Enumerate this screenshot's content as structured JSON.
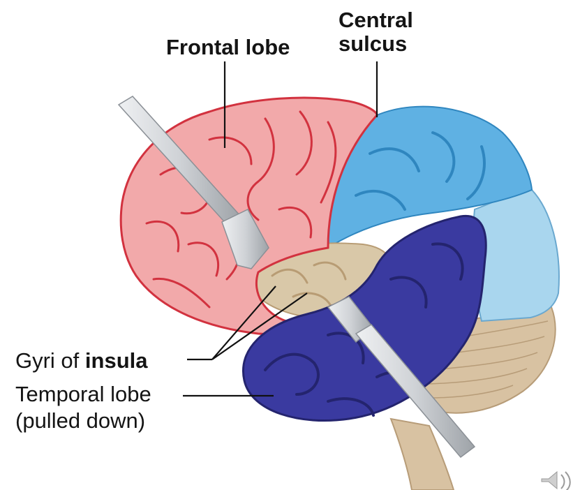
{
  "labels": {
    "frontal_lobe": "Frontal lobe",
    "central_sulcus_line1": "Central",
    "central_sulcus_line2": "sulcus",
    "insula_prefix": "Gyri of ",
    "insula_bold": "insula",
    "temporal_lobe": "Temporal lobe",
    "temporal_note": "(pulled down)"
  },
  "colors": {
    "frontal": "#f2a9aa",
    "frontal_sulci": "#d2323f",
    "parietal": "#5fb1e3",
    "occipital": "#a9d6ee",
    "temporal": "#3a3aa0",
    "insula": "#d9c8a8",
    "cerebellum": "#d8c2a2",
    "retractor": "#d6d8db",
    "leader": "#111111"
  },
  "icons": {
    "corner": "speaker-icon"
  }
}
